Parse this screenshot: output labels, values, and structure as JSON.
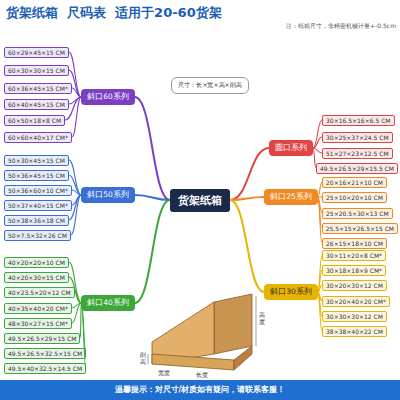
{
  "diagram": {
    "title": "货架纸箱  尺码表  适用于20-60货架",
    "nodes": [
      {
        "text": [
          "货架纸箱"
        ]
      },
      {
        "text": [
          "尺寸：长×宽×高×削高"
        ]
      },
      {
        "text": [
          "斜口60系列"
        ]
      },
      {
        "text": [
          "60×29×45×15 CM"
        ],
        "in": 2
      },
      {
        "text": [
          "60×30×30×15 CM"
        ],
        "in": 2
      },
      {
        "text": [
          "60×36×45×15 CM*"
        ],
        "in": 2
      },
      {
        "text": [
          "60×40×45×15 CM"
        ],
        "in": 2
      },
      {
        "text": [
          "60×50×18×8 CM"
        ],
        "in": 2
      },
      {
        "text": [
          "60×60×40×17 CM*"
        ],
        "in": 2
      },
      {
        "text": [
          "圆口系列"
        ]
      },
      {
        "text": [
          "30×16.5×16×6.5 CM"
        ],
        "in": 9
      },
      {
        "text": [
          "30×25×37×24.5 CM"
        ],
        "in": 9
      },
      {
        "text": [
          "51×27×23×12.5 CM"
        ],
        "in": 9
      },
      {
        "text": [
          "49.5×26.5×29×15.5 CM"
        ],
        "in": 9
      },
      {
        "text": [
          "斜口50系列"
        ]
      },
      {
        "text": [
          "50×30×45×15 CM"
        ],
        "in": 14
      },
      {
        "text": [
          "50×36×45×15 CM"
        ],
        "in": 14
      },
      {
        "text": [
          "50×36×60×10 CM*"
        ],
        "in": 14
      },
      {
        "text": [
          "50×37×40×15 CM*"
        ],
        "in": 14
      },
      {
        "text": [
          "50×38×36×18 CM"
        ],
        "in": 14
      },
      {
        "text": [
          "50×7.5×32×26 CM"
        ],
        "in": 14
      },
      {
        "text": [
          "斜口25系列"
        ]
      },
      {
        "text": [
          "20×16×21×10 CM"
        ],
        "in": 21
      },
      {
        "text": [
          "25×10×20×10 CM"
        ],
        "in": 21
      },
      {
        "text": [
          "25×20.5×30×13 CM"
        ],
        "in": 21
      },
      {
        "text": [
          "25.5×15×26.5×15 CM"
        ],
        "in": 21
      },
      {
        "text": [
          "26×15×18×10 CM"
        ],
        "in": 21
      },
      {
        "text": [
          "斜口40系列"
        ]
      },
      {
        "text": [
          "40×20×20×10 CM"
        ],
        "in": 27
      },
      {
        "text": [
          "40×20×30×15 CM"
        ],
        "in": 27
      },
      {
        "text": [
          "40×23.5×20×12 CM"
        ],
        "in": 27
      },
      {
        "text": [
          "40×35×40×20 CM*"
        ],
        "in": 27
      },
      {
        "text": [
          "48×30×27×15 CM*"
        ],
        "in": 27
      },
      {
        "text": [
          "49.5×26.5×29×15 CM"
        ],
        "in": 27
      },
      {
        "text": [
          "49.5×26.5×32.5×15 CM"
        ],
        "in": 27
      },
      {
        "text": [
          "49.5×40×32.5×14.5 CM"
        ],
        "in": 27
      },
      {
        "text": [
          "斜口30系列"
        ]
      },
      {
        "text": [
          "30×11×20×8 CM*"
        ],
        "in": 36
      },
      {
        "text": [
          "30×18×18×9 CM*"
        ],
        "in": 36
      },
      {
        "text": [
          "30×20×30×12 CM"
        ],
        "in": 36
      },
      {
        "text": [
          "30×20×40×20 CM*"
        ],
        "in": 36
      },
      {
        "text": [
          "30×30×30×12 CM"
        ],
        "in": 36
      },
      {
        "text": [
          "38×38×40×22 CM"
        ],
        "in": 36
      },
      {
        "text": [
          "温馨提示：对尺寸/材质如有疑问，请联系客服！"
        ]
      }
    ],
    "edges": [
      {
        "from": 0,
        "to": 2,
        "arrow": "none"
      },
      {
        "from": 0,
        "to": 9,
        "arrow": "none"
      },
      {
        "from": 0,
        "to": 14,
        "arrow": "none"
      },
      {
        "from": 0,
        "to": 21,
        "arrow": "none"
      },
      {
        "from": 0,
        "to": 27,
        "arrow": "none"
      },
      {
        "from": 0,
        "to": 36,
        "arrow": "none"
      },
      {
        "from": 2,
        "to": 3,
        "arrow": "none"
      },
      {
        "from": 2,
        "to": 4,
        "arrow": "none"
      },
      {
        "from": 2,
        "to": 5,
        "arrow": "none"
      },
      {
        "from": 2,
        "to": 6,
        "arrow": "none"
      },
      {
        "from": 2,
        "to": 7,
        "arrow": "none"
      },
      {
        "from": 2,
        "to": 8,
        "arrow": "none"
      },
      {
        "from": 9,
        "to": 10,
        "arrow": "none"
      },
      {
        "from": 9,
        "to": 11,
        "arrow": "none"
      },
      {
        "from": 9,
        "to": 12,
        "arrow": "none"
      },
      {
        "from": 9,
        "to": 13,
        "arrow": "none"
      },
      {
        "from": 14,
        "to": 15,
        "arrow": "none"
      },
      {
        "from": 14,
        "to": 16,
        "arrow": "none"
      },
      {
        "from": 14,
        "to": 17,
        "arrow": "none"
      },
      {
        "from": 14,
        "to": 18,
        "arrow": "none"
      },
      {
        "from": 14,
        "to": 19,
        "arrow": "none"
      },
      {
        "from": 14,
        "to": 20,
        "arrow": "none"
      },
      {
        "from": 21,
        "to": 22,
        "arrow": "none"
      },
      {
        "from": 21,
        "to": 23,
        "arrow": "none"
      },
      {
        "from": 21,
        "to": 24,
        "arrow": "none"
      },
      {
        "from": 21,
        "to": 25,
        "arrow": "none"
      },
      {
        "from": 21,
        "to": 26,
        "arrow": "none"
      },
      {
        "from": 27,
        "to": 28,
        "arrow": "none"
      },
      {
        "from": 27,
        "to": 29,
        "arrow": "none"
      },
      {
        "from": 27,
        "to": 30,
        "arrow": "none"
      },
      {
        "from": 27,
        "to": 31,
        "arrow": "none"
      },
      {
        "from": 27,
        "to": 32,
        "arrow": "none"
      },
      {
        "from": 27,
        "to": 33,
        "arrow": "none"
      },
      {
        "from": 27,
        "to": 34,
        "arrow": "none"
      },
      {
        "from": 27,
        "to": 35,
        "arrow": "none"
      },
      {
        "from": 36,
        "to": 37,
        "arrow": "none"
      },
      {
        "from": 36,
        "to": 38,
        "arrow": "none"
      },
      {
        "from": 36,
        "to": 39,
        "arrow": "none"
      },
      {
        "from": 36,
        "to": 40,
        "arrow": "none"
      },
      {
        "from": 36,
        "to": 41,
        "arrow": "none"
      },
      {
        "from": 36,
        "to": 42,
        "arrow": "none"
      }
    ],
    "labels": [
      "注：纸箱尺寸，非精密机械计量+-0.5cm",
      "高度",
      "削高",
      "宽度",
      "长度"
    ]
  }
}
